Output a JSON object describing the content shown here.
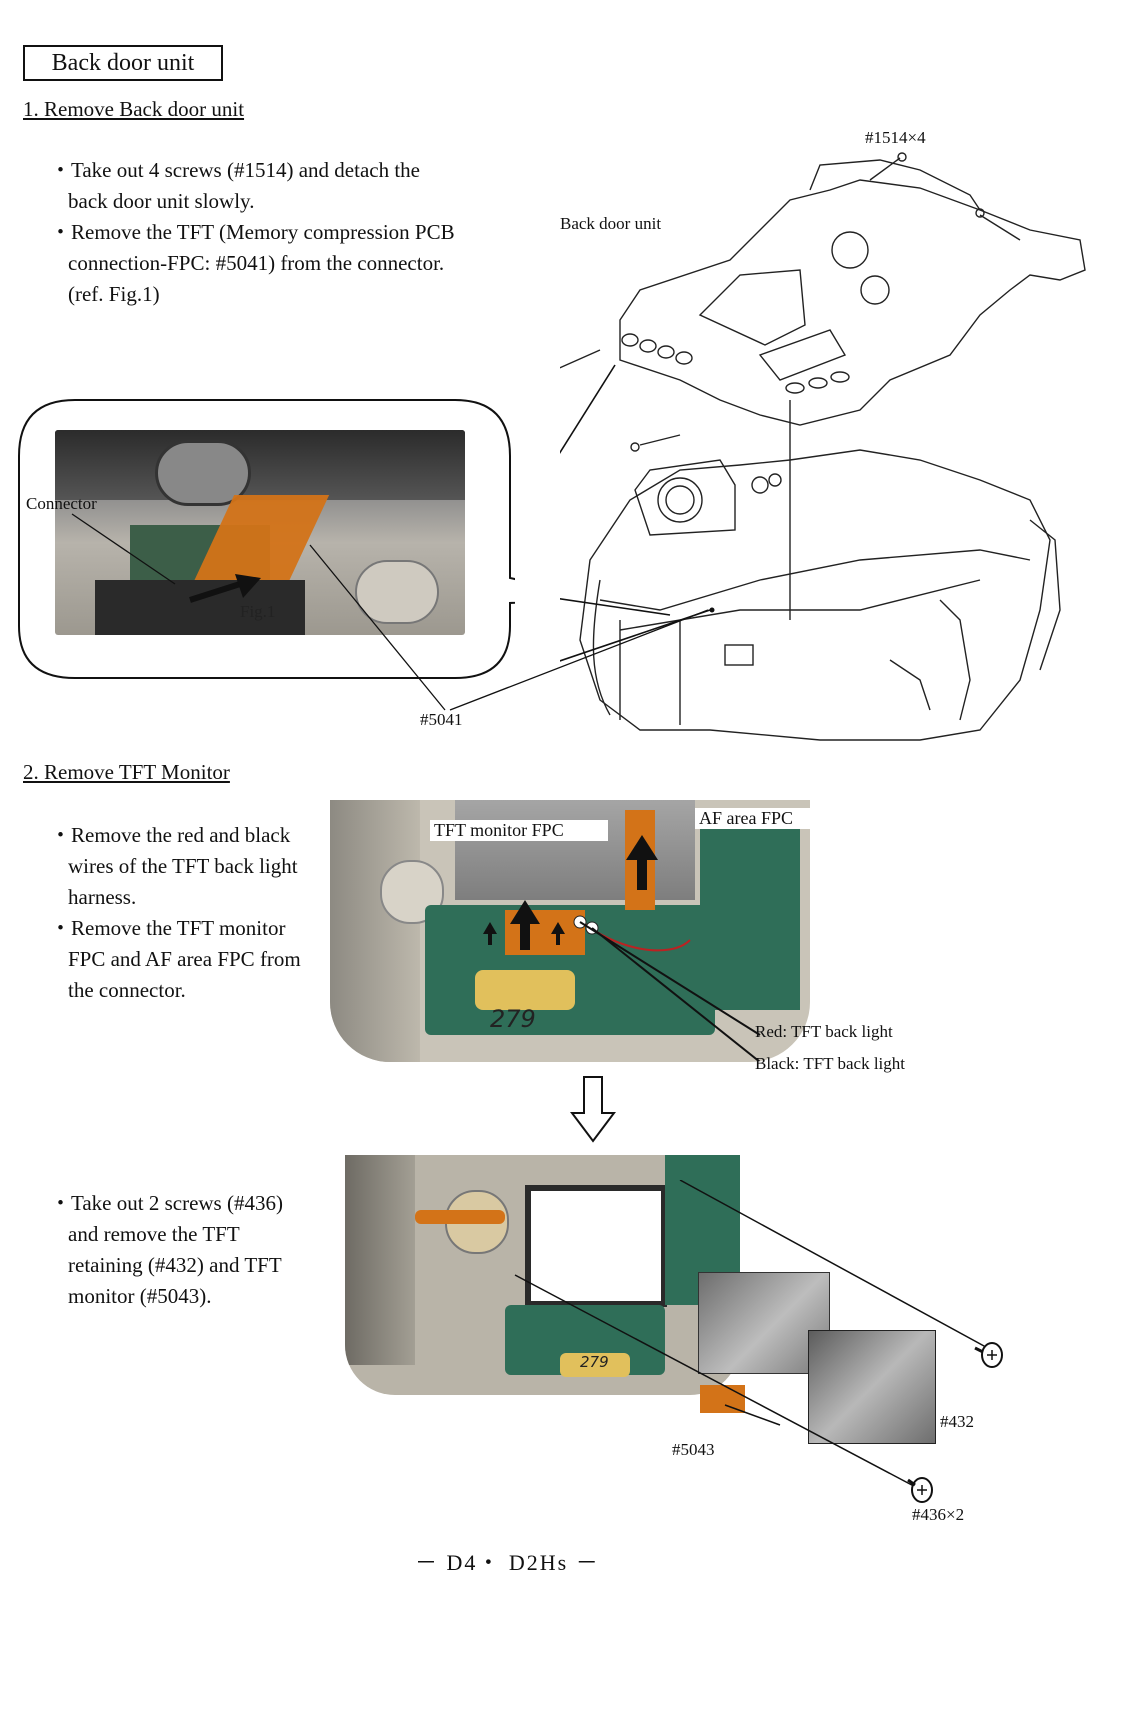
{
  "page_title": "Back door unit",
  "section1": {
    "heading": "1. Remove Back door unit",
    "bullets": [
      [
        "・Take out 4 screws (#1514) and detach the",
        "  back door unit slowly."
      ],
      [
        "・Remove the TFT (Memory compression PCB",
        "  connection-FPC: #5041) from the connector.",
        "  (ref. Fig.1)"
      ]
    ],
    "labels": {
      "screws": "#1514×4",
      "back_door_unit": "Back door unit",
      "connector": "Connector",
      "fig": "Fig.1",
      "part_5041": "#5041"
    }
  },
  "section2": {
    "heading": "2. Remove TFT Monitor",
    "bullets_a": [
      [
        "・Remove the red and black",
        "  wires of the TFT back light",
        "  harness."
      ],
      [
        "・Remove the TFT monitor",
        "  FPC and AF area FPC from",
        "  the connector."
      ]
    ],
    "labels_a": {
      "tft_fpc": "TFT monitor FPC",
      "af_fpc": "AF area FPC",
      "red": "Red: TFT back light",
      "black": "Black: TFT back light",
      "board_mark": "279"
    },
    "bullets_b": [
      [
        "・Take out 2 screws (#436)",
        "  and remove the TFT",
        "  retaining (#432) and TFT",
        "  monitor (#5043)."
      ]
    ],
    "labels_b": {
      "part_5043": "#5043",
      "part_432": "#432",
      "screws_436": "#436×2",
      "board_mark": "279"
    }
  },
  "footer": "－ D4・ D2Hs －"
}
